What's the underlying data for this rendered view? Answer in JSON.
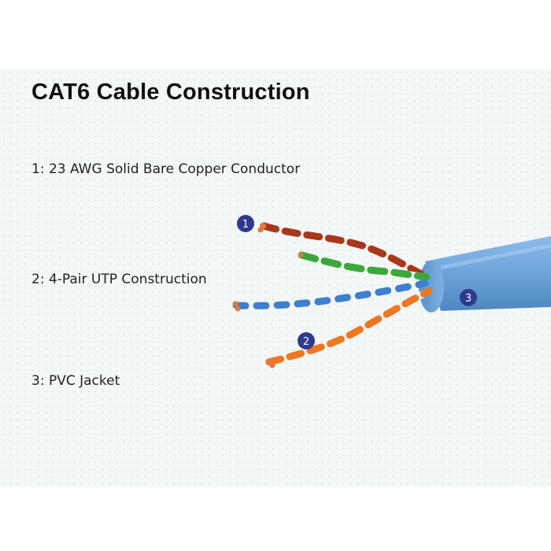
{
  "title": "CAT6 Cable Construction",
  "labels": [
    "1: 23 AWG Solid Bare Copper Conductor",
    "2: 4-Pair UTP Construction",
    "3: PVC Jacket"
  ],
  "markers": [
    "1",
    "2",
    "3"
  ],
  "colors": {
    "jacket": "#6fa7dc",
    "badge": "#2e3a8c",
    "pair_brown": "#a8381c",
    "pair_green": "#3aa83a",
    "pair_blue": "#3f7fd0",
    "pair_orange": "#ee7722",
    "copper": "#e07a3c"
  }
}
